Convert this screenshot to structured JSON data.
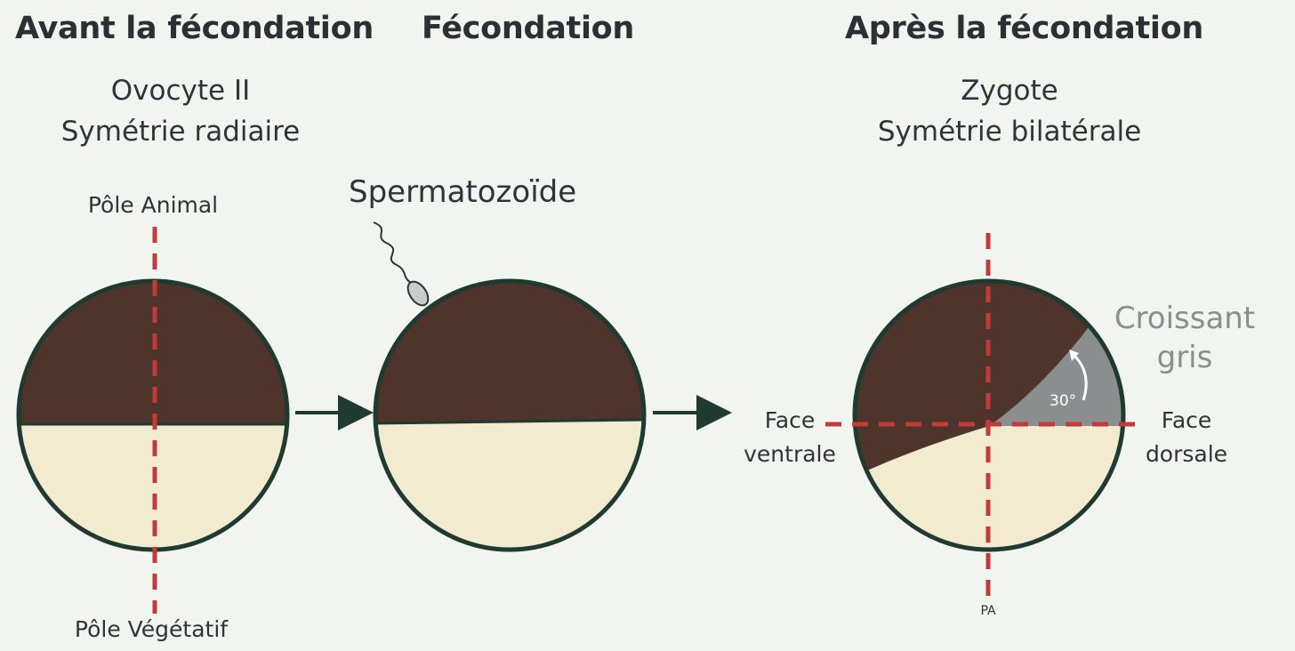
{
  "headers": {
    "before": "Avant la fécondation",
    "during": "Fécondation",
    "after": "Après la fécondation"
  },
  "before": {
    "title": "Ovocyte II",
    "subtitle": "Symétrie radiaire",
    "top_label": "Pôle Animal",
    "bottom_label": "Pôle Végétatif"
  },
  "during": {
    "sperm_label": "Spermatozoïde"
  },
  "after": {
    "title": "Zygote",
    "subtitle": "Symétrie bilatérale",
    "crescent_line1": "Croissant",
    "crescent_line2": "gris",
    "angle_label": "30°",
    "left_label_line1": "Face",
    "left_label_line2": "ventrale",
    "right_label_line1": "Face",
    "right_label_line2": "dorsale",
    "axis_label": "PA"
  },
  "colors": {
    "background": "#f2f4ef",
    "animal_pole": "#4e342b",
    "vegetal_pole": "#f2ebcf",
    "grey_crescent": "#8b8e8f",
    "outline": "#1f3a30",
    "axis_dash": "#c23b3b",
    "arrow": "#1f3a30"
  }
}
